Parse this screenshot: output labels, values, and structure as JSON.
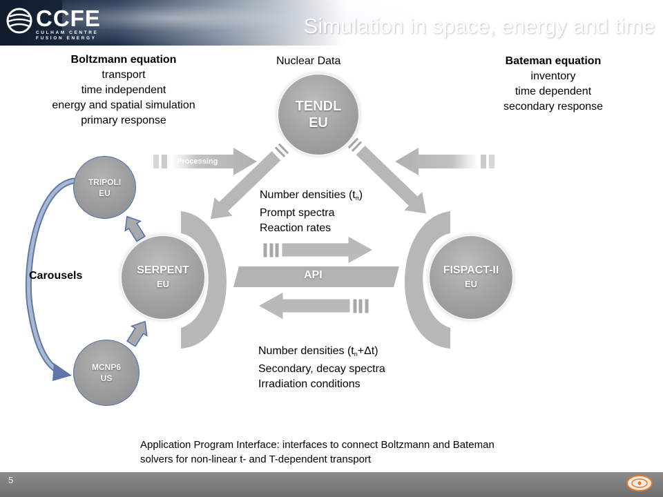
{
  "header": {
    "logo_title": "CCFE",
    "logo_sub_line1": "CULHAM CENTRE",
    "logo_sub_line2": "FUSION ENERGY",
    "title": "Simulation in space, energy and time",
    "accent_color": "#1d2f4a"
  },
  "boltzmann": {
    "title": "Boltzmann equation",
    "line1": "transport",
    "line2": "time independent",
    "line3": "energy and spatial simulation",
    "line4": "primary response"
  },
  "bateman": {
    "title": "Bateman equation",
    "line1": "inventory",
    "line2": "time dependent",
    "line3": "secondary response"
  },
  "nuclear_data_label": "Nuclear Data",
  "nodes": {
    "tendl": {
      "name": "TENDL",
      "region": "EU"
    },
    "serpent": {
      "name": "SERPENT",
      "region": "EU"
    },
    "fispact": {
      "name": "FISPACT-II",
      "region": "EU"
    },
    "tripoli": {
      "name": "TRIPOLI",
      "region": "EU"
    },
    "mcnp": {
      "name": "MCNP6",
      "region": "US"
    }
  },
  "processing_label": "Processing",
  "api_label": "API",
  "carousels_label": "Carousels",
  "forward_list": {
    "line1_prefix": "Number densities (t",
    "line1_sub": "n",
    "line1_suffix": ")",
    "line2": "Prompt spectra",
    "line3": "Reaction rates"
  },
  "backward_list": {
    "line1_prefix": "Number densities (t",
    "line1_sub": "n",
    "line1_suffix": "+Δt)",
    "line2": "Secondary, decay spectra",
    "line3": "Irradiation conditions"
  },
  "api_description": {
    "line1": "Application Program Interface: interfaces to connect Boltzmann and Bateman",
    "line2": "solvers for non-linear t- and T-dependent transport"
  },
  "footer": {
    "page_number": "5"
  },
  "colors": {
    "arrow_gray": "#b3b3b3",
    "node_border_blue": "#4a6fb0",
    "carousel_arrow": "#6f86b3"
  }
}
